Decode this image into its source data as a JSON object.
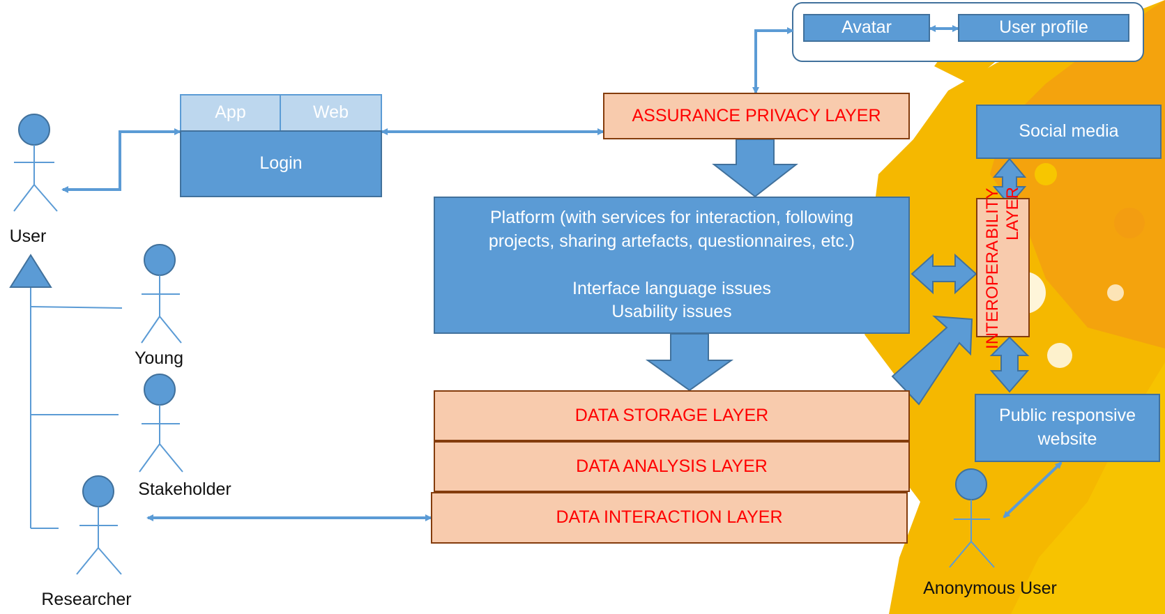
{
  "colors": {
    "box_blue": "#5b9bd5",
    "box_border": "#41719c",
    "tab_light": "#bdd7ee",
    "layer_fill": "#f8cbad",
    "layer_text": "#ff0000",
    "background_splash": "#f5b800"
  },
  "actors": {
    "user": "User",
    "young": "Young",
    "stakeholder": "Stakeholder",
    "researcher": "Researcher",
    "anonymous": "Anonymous User"
  },
  "login_box": {
    "tab_app": "App",
    "tab_web": "Web",
    "label": "Login"
  },
  "profile_group": {
    "avatar": "Avatar",
    "user_profile": "User profile"
  },
  "layers": {
    "assurance_privacy": "ASSURANCE PRIVACY LAYER",
    "data_storage": "DATA STORAGE LAYER",
    "data_analysis": "DATA ANALYSIS LAYER",
    "data_interaction": "DATA INTERACTION LAYER",
    "interoperability_line1": "INTEROPERA",
    "interoperability_line2": "BILITY LAYER"
  },
  "platform": {
    "line1": "Platform (with services for interaction, following",
    "line2": "projects, sharing artefacts, questionnaires, etc.)",
    "issue1": "Interface language  issues",
    "issue2": "Usability issues"
  },
  "social_media": "Social media",
  "public_website": {
    "line1": "Public responsive",
    "line2": "website"
  }
}
